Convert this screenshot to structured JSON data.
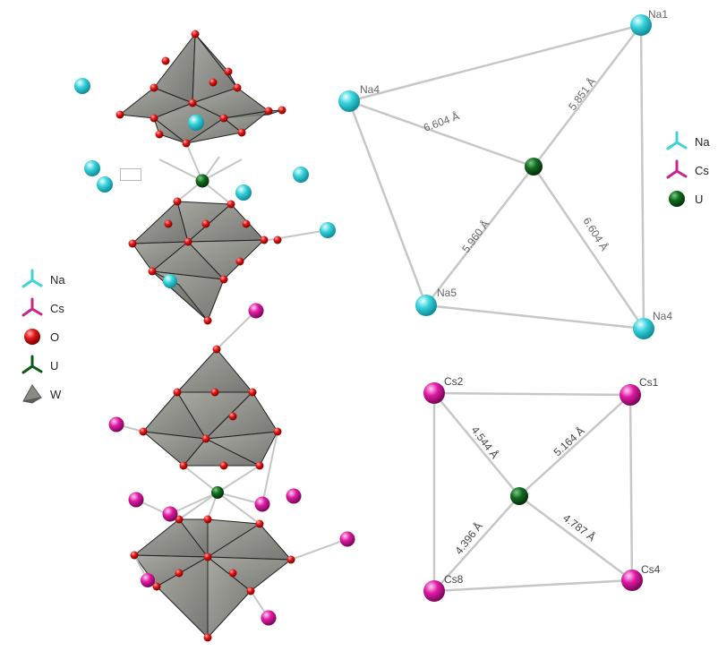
{
  "legend_left": {
    "items": [
      {
        "label": "Na",
        "color": "#3fd3d6"
      },
      {
        "label": "Cs",
        "color": "#c8268c"
      },
      {
        "label": "O",
        "color": "#e31b1b"
      },
      {
        "label": "U",
        "color": "#0b5a16"
      },
      {
        "label": "W",
        "color": "#7d7d75"
      }
    ]
  },
  "legend_right": {
    "items": [
      {
        "label": "Na",
        "color": "#3fd3d6"
      },
      {
        "label": "Cs",
        "color": "#c8268c"
      },
      {
        "label": "U",
        "color": "#0b5a16"
      }
    ]
  },
  "na_panel": {
    "atoms": {
      "na1": "Na1",
      "na4_top": "Na4",
      "na5": "Na5",
      "na4_bottom": "Na4"
    },
    "distances": {
      "na1": "5.851 Å",
      "na4_top": "6.604 Å",
      "na5": "5.960 Å",
      "na4_bottom": "6.604 Å"
    }
  },
  "cs_panel": {
    "atoms": {
      "cs2": "Cs2",
      "cs1": "Cs1",
      "cs8": "Cs8",
      "cs4": "Cs4"
    },
    "distances": {
      "cs2": "4.544 Å",
      "cs1": "5.164 Å",
      "cs8": "4.396 Å",
      "cs4": "4.787 Å"
    }
  },
  "colors": {
    "na": "#3fd3d6",
    "cs": "#d11c9a",
    "o": "#e31b1b",
    "u": "#0b5a16",
    "w_polyhedron": "#7b7b76",
    "bond": "#bdbdbd"
  }
}
